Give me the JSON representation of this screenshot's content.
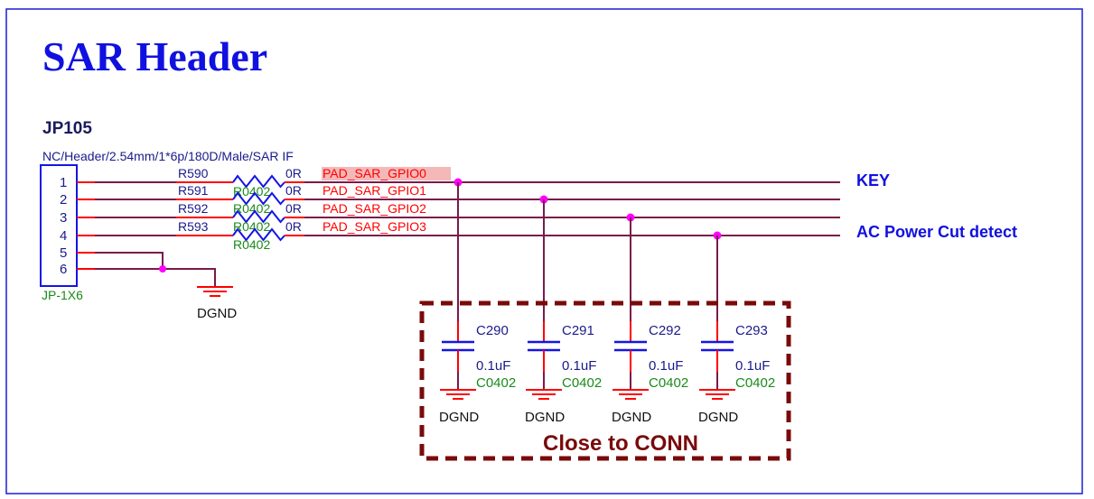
{
  "title": "SAR Header",
  "connector": {
    "refdes": "JP105",
    "description": "NC/Header/2.54mm/1*6p/180D/Male/SAR IF",
    "footprint": "JP-1X6",
    "pins": [
      "1",
      "2",
      "3",
      "4",
      "5",
      "6"
    ]
  },
  "resistors": [
    {
      "refdes": "R590",
      "value": "0R",
      "footprint": "R0402",
      "net": "PAD_SAR_GPIO0",
      "highlighted": true
    },
    {
      "refdes": "R591",
      "value": "0R",
      "footprint": "R0402",
      "net": "PAD_SAR_GPIO1",
      "highlighted": false
    },
    {
      "refdes": "R592",
      "value": "0R",
      "footprint": "R0402",
      "net": "PAD_SAR_GPIO2",
      "highlighted": false
    },
    {
      "refdes": "R593",
      "value": "0R",
      "footprint": "R0402",
      "net": "PAD_SAR_GPIO3",
      "highlighted": false
    }
  ],
  "capacitors": [
    {
      "refdes": "C290",
      "value": "0.1uF",
      "footprint": "C0402",
      "ground": "DGND"
    },
    {
      "refdes": "C291",
      "value": "0.1uF",
      "footprint": "C0402",
      "ground": "DGND"
    },
    {
      "refdes": "C292",
      "value": "0.1uF",
      "footprint": "C0402",
      "ground": "DGND"
    },
    {
      "refdes": "C293",
      "value": "0.1uF",
      "footprint": "C0402",
      "ground": "DGND"
    }
  ],
  "connector_ground": "DGND",
  "signal_labels": {
    "key": "KEY",
    "ac_power": "AC Power Cut detect"
  },
  "group_note": "Close to CONN",
  "colors": {
    "frame": "#1c1cd6",
    "title": "#1010e0",
    "wire": "#7a1a4a",
    "pin": "#ff0000",
    "component": "#1414e6",
    "footprint": "#1a8a1a",
    "junction": "#ff00ff",
    "note": "#7a0a0a",
    "highlight": "#f4b8b8",
    "label": "#1a1a8c"
  }
}
